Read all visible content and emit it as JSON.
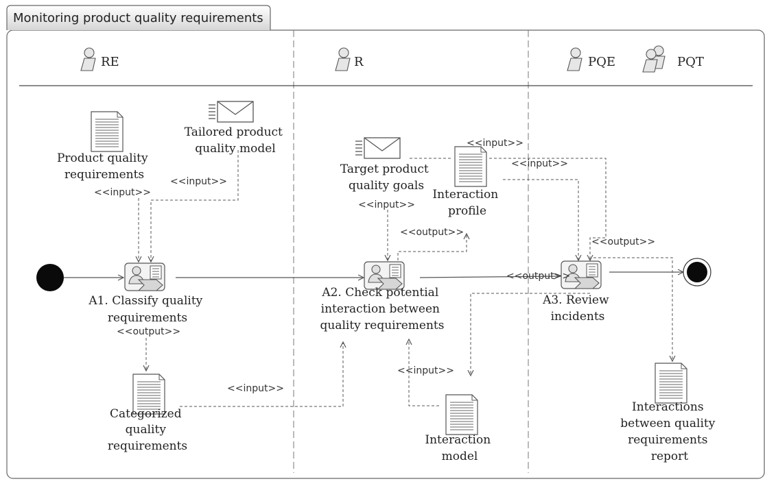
{
  "title": "Monitoring product quality requirements",
  "lanes": [
    {
      "role": "RE"
    },
    {
      "role": "R"
    },
    {
      "role": "PQE"
    },
    {
      "role": "PQT"
    }
  ],
  "activities": {
    "a1": [
      "A1. Classify quality",
      "requirements"
    ],
    "a2": [
      "A2. Check potential",
      "interaction between",
      "quality requirements"
    ],
    "a3": [
      "A3. Review",
      "incidents"
    ]
  },
  "artifacts": {
    "product_quality_requirements": [
      "Product quality",
      "requirements"
    ],
    "tailored_model": [
      "Tailored product",
      "quality model"
    ],
    "categorized": [
      "Categorized",
      "quality",
      "requirements"
    ],
    "target_goals": [
      "Target product",
      "quality goals"
    ],
    "interaction_profile": [
      "Interaction",
      "profile"
    ],
    "interaction_model": [
      "Interaction",
      "model"
    ],
    "report": [
      "Interactions",
      "between quality",
      "requirements",
      "report"
    ]
  },
  "stereotypes": {
    "input": "<<input>>",
    "output": "<<output>>"
  }
}
